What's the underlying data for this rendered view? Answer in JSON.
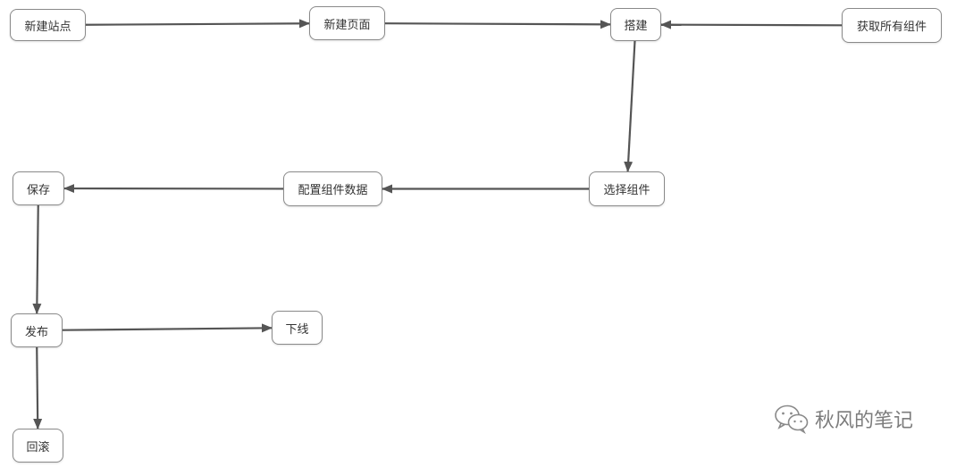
{
  "diagram": {
    "nodes": {
      "new_site": "新建站点",
      "new_page": "新建页面",
      "build": "搭建",
      "get_components": "获取所有组件",
      "select_component": "选择组件",
      "config_data": "配置组件数据",
      "save": "保存",
      "publish": "发布",
      "offline": "下线",
      "rollback": "回滚"
    },
    "edges": [
      [
        "new_site",
        "new_page"
      ],
      [
        "new_page",
        "build"
      ],
      [
        "get_components",
        "build"
      ],
      [
        "build",
        "select_component"
      ],
      [
        "select_component",
        "config_data"
      ],
      [
        "config_data",
        "save"
      ],
      [
        "save",
        "publish"
      ],
      [
        "publish",
        "offline"
      ],
      [
        "publish",
        "rollback"
      ]
    ],
    "colors": {
      "edge": "#555555",
      "node_border": "#8a8a8a"
    }
  },
  "watermark": {
    "text": "秋风的笔记",
    "icon": "wechat-icon"
  }
}
